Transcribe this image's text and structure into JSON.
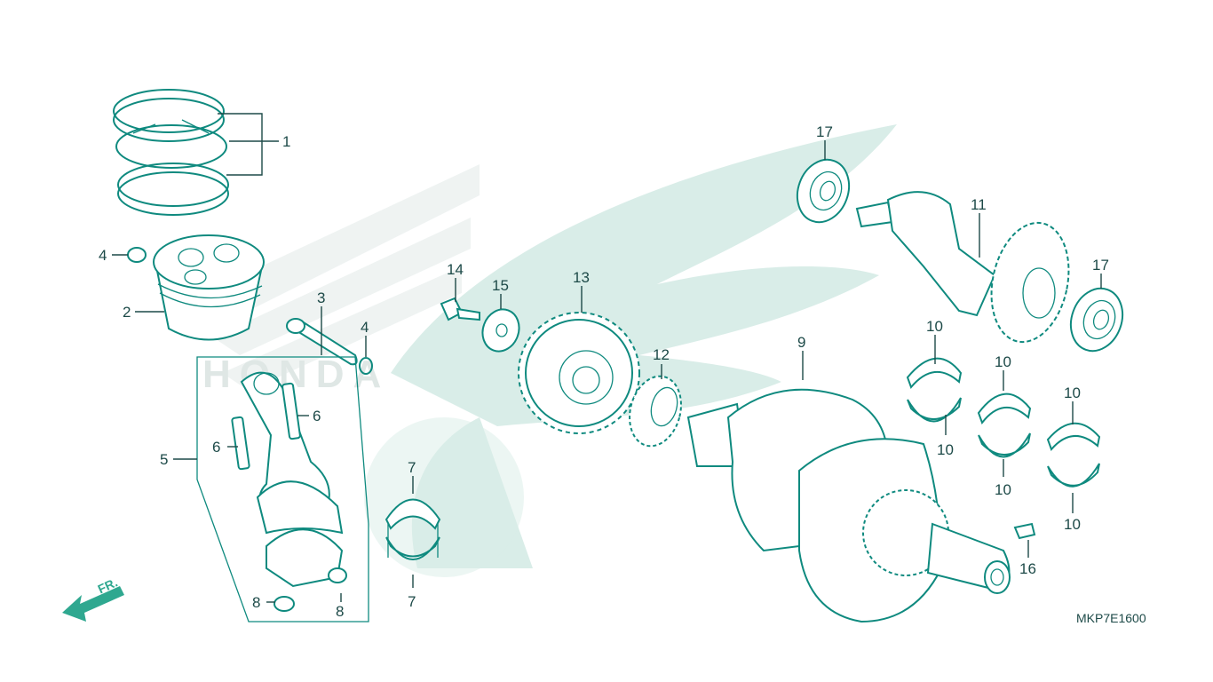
{
  "diagram_code": "MKP7E1600",
  "direction_label": "FR.",
  "watermark_word": "HONDA",
  "colors": {
    "line": "#0f8a7f",
    "label": "#1d4a48",
    "watermark": "#d9ede8",
    "arrow": "#2fa890"
  },
  "callouts": {
    "c1": "1",
    "c2": "2",
    "c3": "3",
    "c4a": "4",
    "c4b": "4",
    "c5": "5",
    "c6a": "6",
    "c6b": "6",
    "c7a": "7",
    "c7b": "7",
    "c8a": "8",
    "c8b": "8",
    "c9": "9",
    "c10a": "10",
    "c10b": "10",
    "c10c": "10",
    "c10d": "10",
    "c10e": "10",
    "c10f": "10",
    "c11": "11",
    "c12": "12",
    "c13": "13",
    "c14": "14",
    "c15": "15",
    "c16": "16",
    "c17a": "17",
    "c17b": "17"
  }
}
